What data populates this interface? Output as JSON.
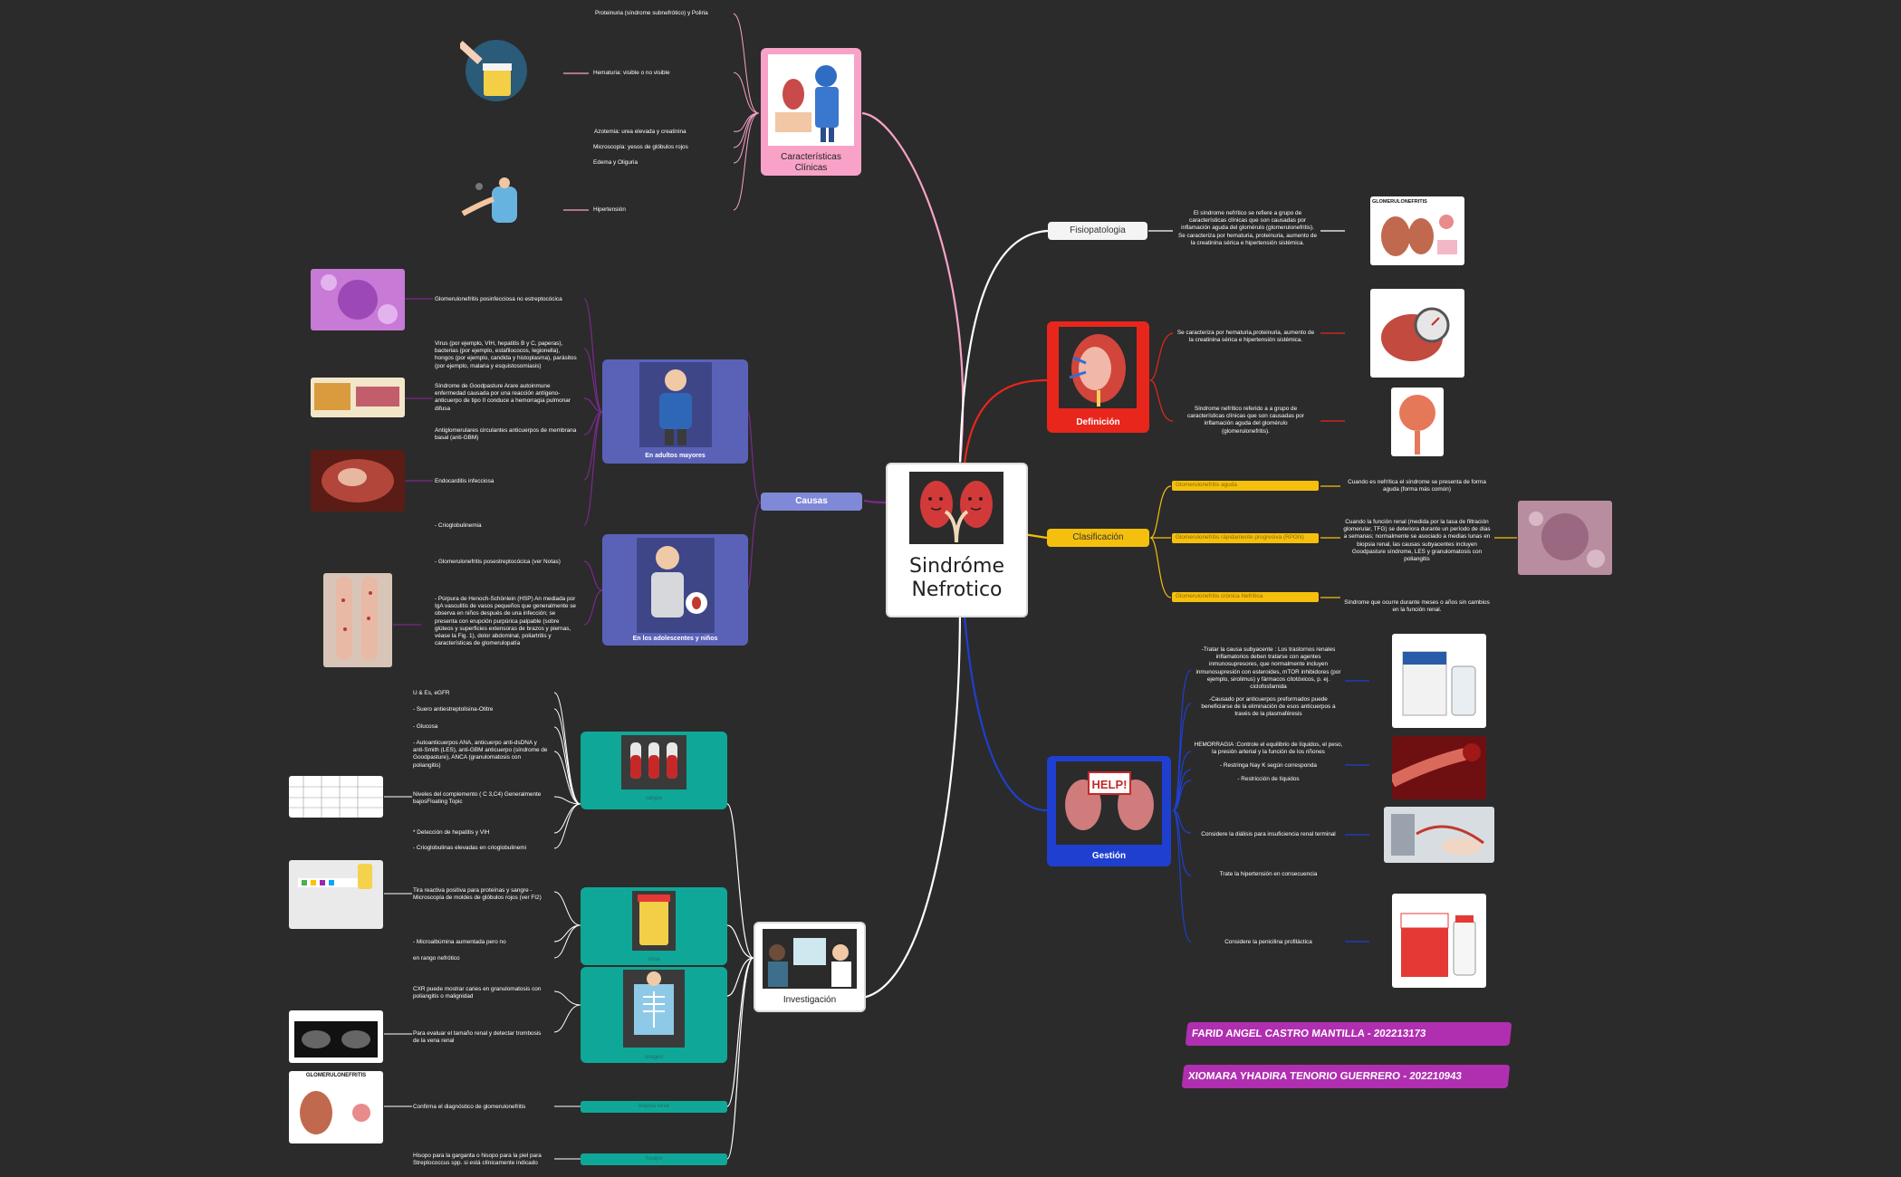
{
  "center": {
    "title_line1": "Sindróme",
    "title_line2": "Nefrotico"
  },
  "colors": {
    "background": "#2b2b2b",
    "pink": "#f8a2c8",
    "purple": "#7b2a8c",
    "teal": "#0fa898",
    "red": "#e8261c",
    "yellow": "#f5c00d",
    "blue": "#1f3fd0",
    "periwinkle": "#8088d8",
    "white": "#ffffff"
  },
  "caracteristicas": {
    "label": "Características Clínicas",
    "items": [
      "Proteinuria (síndrome subnefrótico) y Poliria",
      "Hematuria: visible o no visible",
      "Azotemia: urea elevada y creatinina",
      "Microscopía: yesos de glóbulos rojos",
      "Edema y Oliguria",
      "Hipertensión"
    ]
  },
  "causas": {
    "label": "Causas",
    "adultos_label": "En adultos mayores",
    "jovenes_label": "En los adolescentes y niños",
    "items": [
      "Glomerulonefritis posinfecciosa no estreptocócica",
      "Virus (por ejemplo, VIH, hepatitis B y C, paperas), bacterias (por ejemplo, estafilococos, legionella), hongos (por ejemplo, candida y histoplasma), parásitos (por ejemplo, malaria y esquistosomiasis)",
      "Síndrome de Goodpasture Arare autoinmune enfermedad causada por una reacción antígeno-anticuerpo de tipo II conduce a hemorragia pulmonar difusa",
      "Antiglomerulares circulantes anticuerpos de membrana basal (anti-GBM)",
      "Endocarditis infecciosa",
      "- Crioglobulinemia",
      "- Glomerulonefritis posestreptocócica (ver Notas)",
      "- Púrpura de Henoch-Schönlein (HSP) An mediada por IgA vasculitis de vasos pequeños que generalmente se observa en niños después de una infección; se presenta con erupción purpúrica palpable (sobre glúteos y superficies extensoras de brazos y piernas, véase la Fig. 1), dolor abdominal, poliartritis y características de glomerulopatía"
    ]
  },
  "investigacion": {
    "label": "Investigación",
    "sangre_label": "sangre",
    "orina_label": "orina",
    "imagen_label": "imagen",
    "biopsia_label": "biopsia renal",
    "hisopo_label": "hisopo",
    "sangre_items": [
      "U & Es, eGFR",
      "- Suero antiestreptolisina-Otitre",
      "- Glucosa",
      "- Autoanticuerpos ANA, anticuerpo anti-dsDNA y anti-Smith (LES), anti-GBM anticuerpo (síndrome de Goodpasture), ANCA (granulomatosis con poliangitis)",
      "Niveles del complemento ( C 3,C4) Generalmente bajosFloating Topic",
      "* Detección de hepatitis y VIH",
      "- Crioglobulinas elevadas en crioglobulinemi"
    ],
    "orina_items": [
      "Tira reactiva positiva para proteínas y sangre - Microscopía de moldes de glóbulos rojos (ver FI2)",
      "- Microalbúmina aumentada pero no",
      "en rango nefrótico"
    ],
    "imagen_items": [
      "CXR puede mostrar caries en granulomatosis con poliangitis o malignidad",
      "Para evaluar el tamaño renal y detectar trombosis de la vena renal"
    ],
    "biopsia_item": "Confirma el diagnóstico de glomerulonefritis",
    "hisopo_item": "Hisopo para la garganta o hisopo para la piel para Streptococcus spp. si está clínicamente indicado"
  },
  "fisiopatologia": {
    "label": "Fisiopatologia",
    "text": "El síndrome nefrítico se refiere a grupo de características clínicas que son causadas por inflamación aguda del glomérulo (glomerulonefritis). Se caracteriza por hematuria, proteinuria, aumento de la creatinina sérica e hipertensión sistémica.",
    "image_title": "GLOMERULONEFRITIS"
  },
  "definicion": {
    "label": "Definición",
    "items": [
      "Se caracteriza por hematuria,proteinuria, aumento de la creatinina sérica e hipertensión sistémica.",
      "Síndrome nefrítico referido a a grupo de características clínicas que son causadas por inflamación aguda del glomérulo (glomerulonefritis)."
    ]
  },
  "clasificacion": {
    "label": "Clasificación",
    "items": [
      {
        "name": "Glomerulonefritis aguda",
        "desc": "Cuando es nefrítica el síndrome se presenta de forma aguda (forma más común)"
      },
      {
        "name": "Glomerulonefritis rápidamente progresiva (RPGN)",
        "desc": "Cuando la función renal (medida por la tasa de filtración glomerular, TFG) se deteriora durante un período de días a semanas; normalmente se asociado a medias lunas en biopsia renal, las causas subyacentes incluyen Goodpasture síndrome, LES y granulomatosis con poliangitis"
      },
      {
        "name": "Glomerulonefritis crónica Nefrítica",
        "desc": "Síndrome que ocurre durante meses o años sin cambios en la función renal."
      }
    ]
  },
  "gestion": {
    "label": "Gestión",
    "help_text": "HELP!",
    "items": [
      "-Tratar la causa subyacente : Los trastornos renales inflamatorios deben tratarse con agentes inmunosupresores, que normalmente incluyen inmunosupresión con esteroides, mTOR inhibidores (por ejemplo, sirolimus) y fármacos citotóxicos, p. ej. ciclofosfamida",
      "-Causado por anticuerpos preformados puede beneficiarse de la eliminación de esos anticuerpos a través de la plasmaféresis",
      "HEMORRAGIA :Controle el equilibrio de líquidos, el peso, la presión arterial y la función de los riñones",
      "- Restringa Nay K según corresponda",
      "- Restricción de líquidos",
      "Considere la diálisis para insuficiencia renal terminal",
      "Trate la hipertensión en consecuencia",
      "Considere la penicilina profiláctica"
    ]
  },
  "authors": [
    "FARID ANGEL CASTRO MANTILLA - 202213173",
    "XIOMARA YHADIRA TENORIO GUERRERO - 202210943"
  ]
}
